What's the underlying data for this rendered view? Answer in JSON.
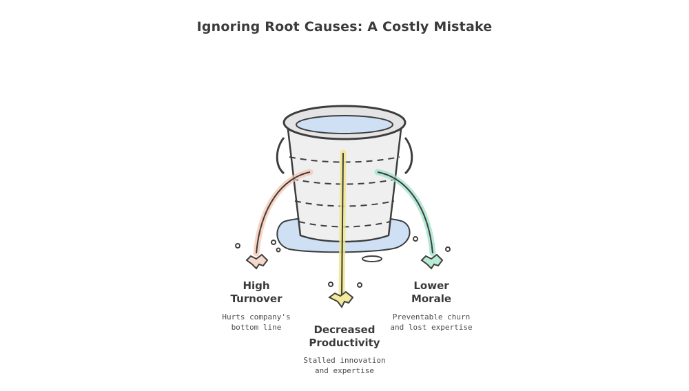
{
  "title": "Ignoring Root Causes: A Costly Mistake",
  "colors": {
    "water": "#cfe0f5",
    "stroke": "#3d3d3d",
    "high_turnover_accent": "#f5c6b0",
    "decreased_productivity_accent": "#f0e58a",
    "lower_morale_accent": "#9fe3c8"
  },
  "items": [
    {
      "id": "high-turnover",
      "label_lines": [
        "High",
        "Turnover"
      ],
      "desc_lines": [
        "Hurts company's",
        "bottom line"
      ]
    },
    {
      "id": "decreased-productivity",
      "label_lines": [
        "Decreased",
        "Productivity"
      ],
      "desc_lines": [
        "Stalled innovation",
        "and expertise"
      ]
    },
    {
      "id": "lower-morale",
      "label_lines": [
        "Lower",
        "Morale"
      ],
      "desc_lines": [
        "Preventable churn",
        "and lost expertise"
      ]
    }
  ]
}
